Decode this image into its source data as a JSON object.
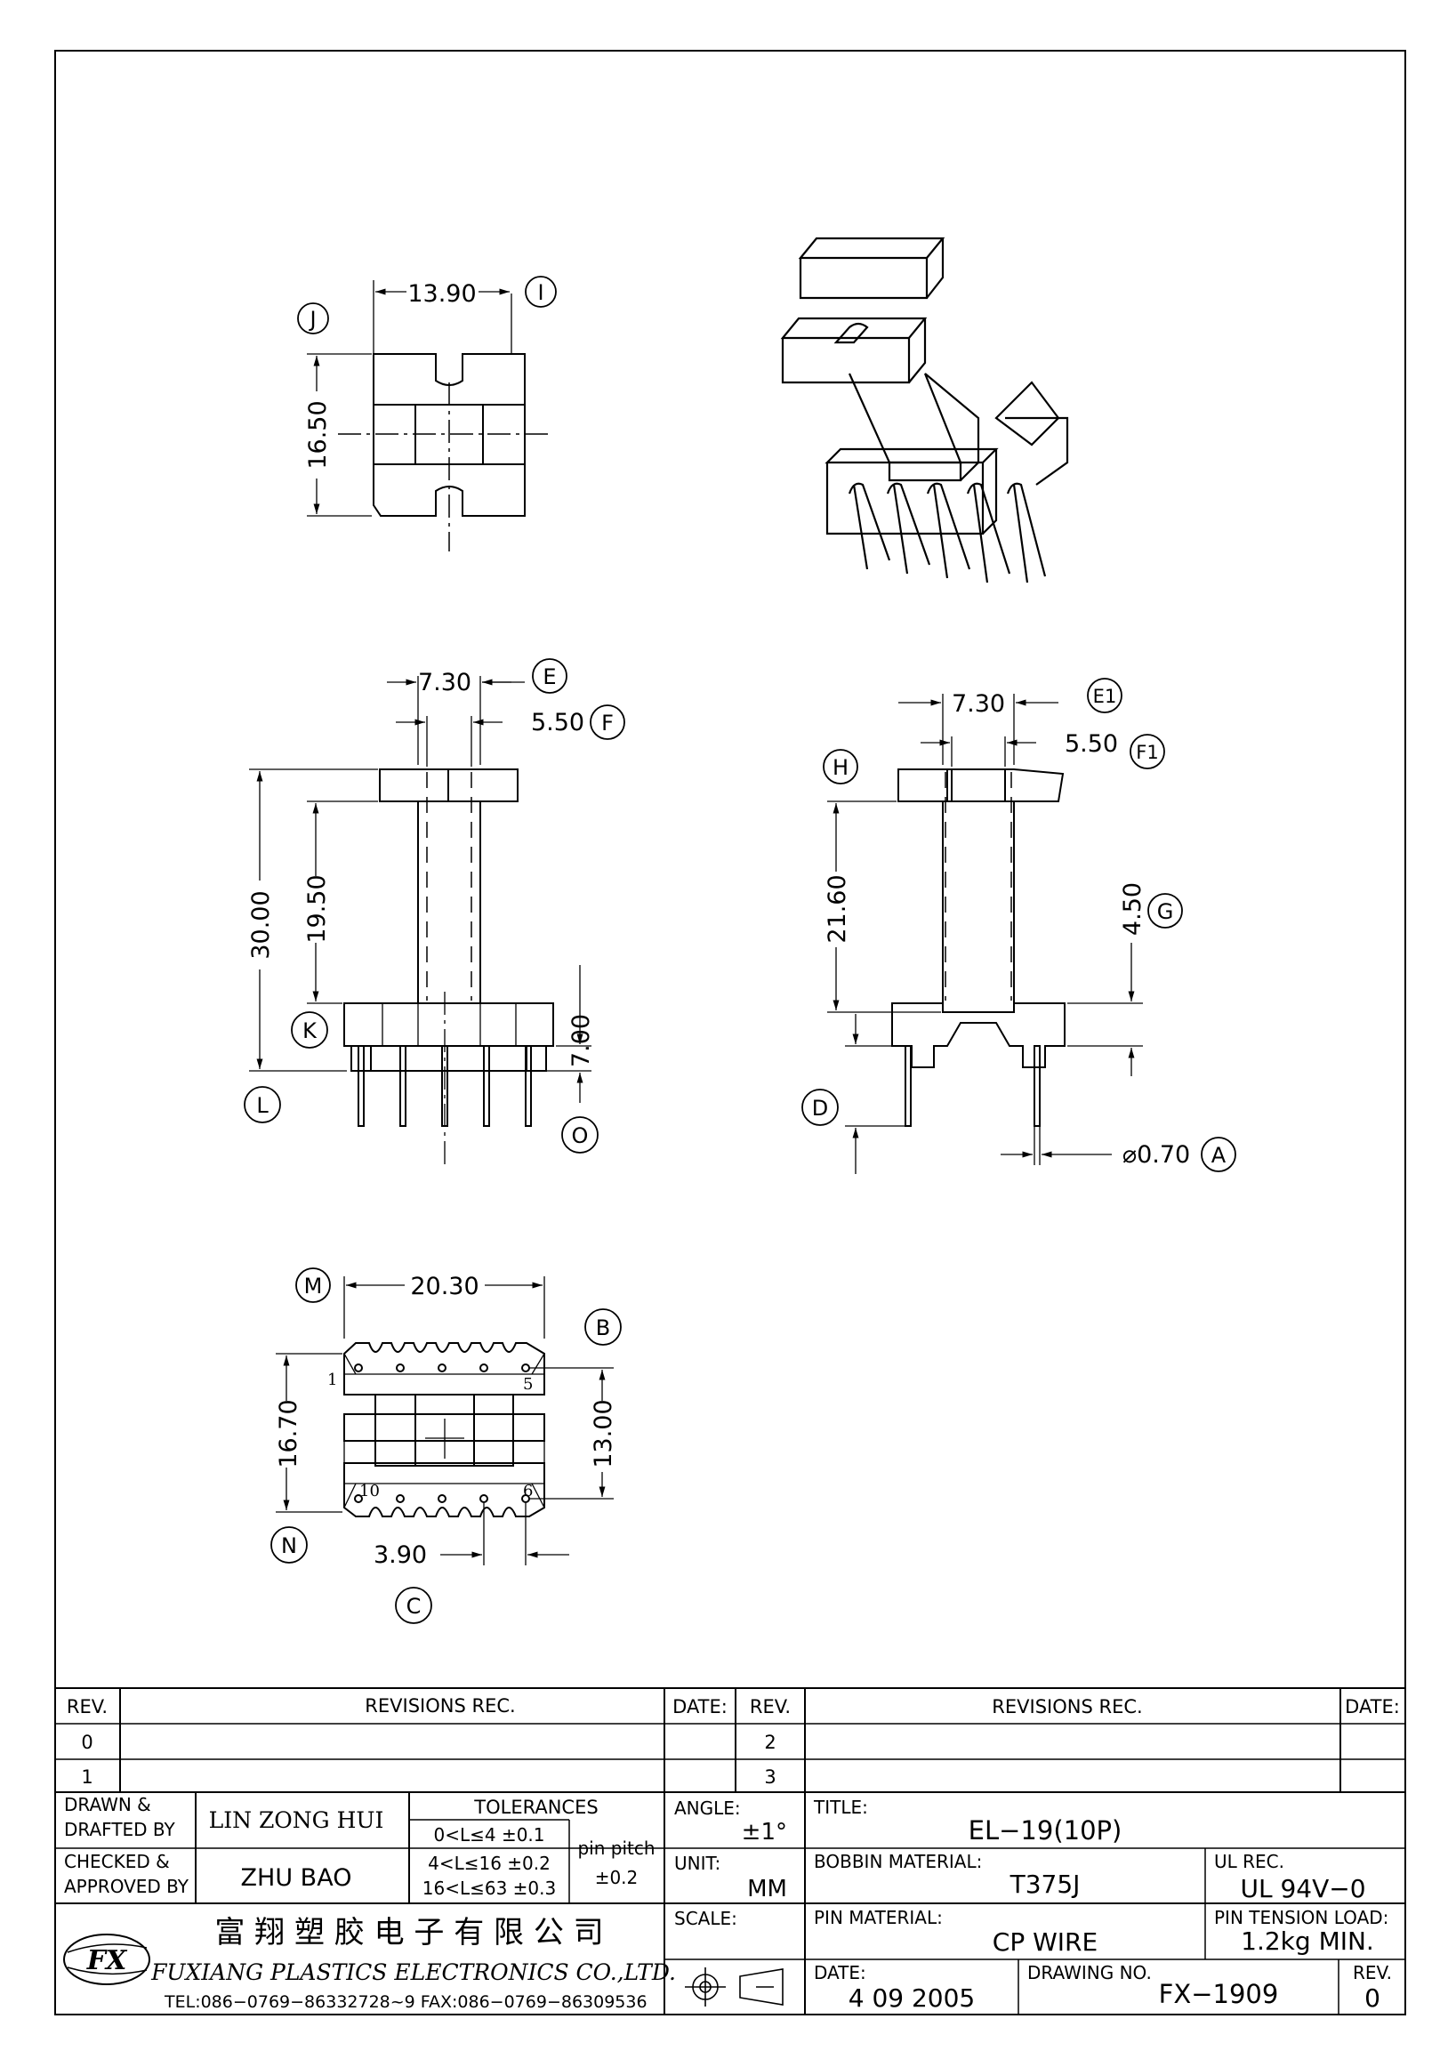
{
  "drawing": {
    "top_view": {
      "dim_width": "13.90",
      "dim_height": "16.50",
      "label_width": "I",
      "label_height": "J"
    },
    "front_view": {
      "dim_e": "7.30",
      "label_e": "E",
      "dim_f": "5.50",
      "label_f": "F",
      "dim_total": "30.00",
      "label_total": "L",
      "dim_inner": "19.50",
      "label_inner": "K",
      "dim_pin": "7.00",
      "label_pin": "O"
    },
    "side_view": {
      "dim_e1": "7.30",
      "label_e1": "E1",
      "dim_f1": "5.50",
      "label_f1": "F1",
      "dim_h": "21.60",
      "label_h": "H",
      "dim_g": "4.50",
      "label_g": "G",
      "label_d": "D",
      "dim_pin_dia": "⌀0.70",
      "label_pin_dia": "A"
    },
    "bottom_view": {
      "dim_width": "20.30",
      "label_width": "M",
      "dim_height": "16.70",
      "label_height": "N",
      "dim_pitch_rows": "13.00",
      "label_pitch_rows": "B",
      "dim_pitch": "3.90",
      "label_pitch": "C",
      "pin_1": "1",
      "pin_5": "5",
      "pin_6": "6",
      "pin_10": "10"
    }
  },
  "revisions": {
    "col_rev": "REV.",
    "col_rec": "REVISIONS    REC.",
    "col_date": "DATE:",
    "rows_left": [
      "0",
      "1"
    ],
    "rows_right": [
      "2",
      "3"
    ]
  },
  "title_block": {
    "drawn_label": "DRAWN  &",
    "drafted_label": "DRAFTED  BY",
    "drawn_by": "LIN ZONG HUI",
    "checked_label": "CHECKED  &",
    "approved_label": "APPROVED  BY",
    "approved_by": "ZHU  BAO",
    "tolerances_label": "TOLERANCES",
    "tol_1": "0<L≤4    ±0.1",
    "tol_2": "4<L≤16  ±0.2",
    "tol_3": "16<L≤63  ±0.3",
    "pin_pitch_label": "pin  pitch",
    "pin_pitch_tol": "±0.2",
    "angle_label": "ANGLE:",
    "angle_value": "±1°",
    "unit_label": "UNIT:",
    "unit_value": "MM",
    "scale_label": "SCALE:",
    "title_label": "TITLE:",
    "title_value": "EL−19(10P)",
    "bobbin_material_label": "BOBBIN  MATERIAL:",
    "bobbin_material_value": "T375J",
    "ul_rec_label": "UL  REC.",
    "ul_rec_value": "UL  94V−0",
    "pin_material_label": "PIN  MATERIAL:",
    "pin_material_value": "CP  WIRE",
    "pin_tension_label": "PIN  TENSION  LOAD:",
    "pin_tension_value": "1.2kg  MIN.",
    "date_label": "DATE:",
    "date_value": "4  09  2005",
    "drawing_no_label": "DRAWING  NO.",
    "drawing_no_value": "FX−1909",
    "rev_label": "REV.",
    "rev_value": "0"
  },
  "company": {
    "name_cn": "富 翔 塑 胶 电 子 有 限 公 司",
    "name_en": "FUXIANG PLASTICS ELECTRONICS CO.,LTD.",
    "contact": "TEL:086−0769−86332728~9   FAX:086−0769−86309536",
    "logo_text": "FX"
  }
}
